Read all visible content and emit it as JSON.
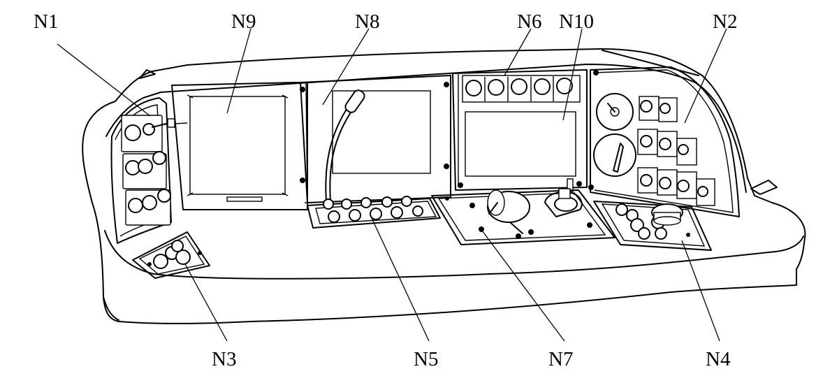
{
  "labels": {
    "n1": "N1",
    "n2": "N2",
    "n3": "N3",
    "n4": "N4",
    "n5": "N5",
    "n6": "N6",
    "n7": "N7",
    "n8": "N8",
    "n9": "N9",
    "n10": "N10"
  }
}
